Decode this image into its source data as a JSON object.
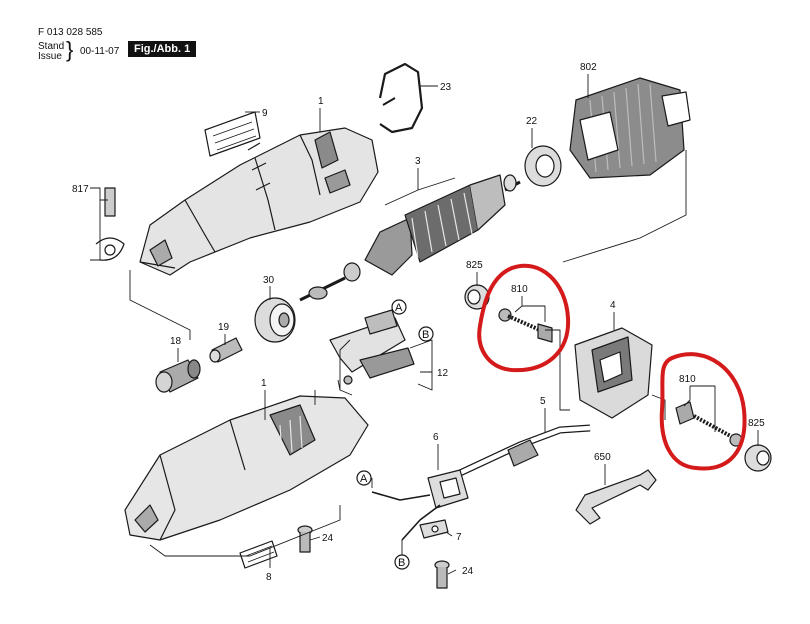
{
  "header": {
    "doc_number": "F 013 028 585",
    "stand_label": "Stand",
    "issue_label": "Issue",
    "date": "00-11-07",
    "figure": "Fig./Abb. 1"
  },
  "labels": {
    "p1_top": "1",
    "p1_bottom": "1",
    "p3": "3",
    "p4": "4",
    "p5": "5",
    "p6": "6",
    "p7": "7",
    "p8": "8",
    "p9": "9",
    "p12": "12",
    "p18": "18",
    "p19": "19",
    "p22": "22",
    "p23": "23",
    "p24_left": "24",
    "p24_right": "24",
    "p30": "30",
    "p650": "650",
    "p802": "802",
    "p810_left": "810",
    "p810_right": "810",
    "p817": "817",
    "p825_left": "825",
    "p825_right": "825",
    "callout_a1": "A",
    "callout_b1": "B",
    "callout_a2": "A",
    "callout_b2": "B"
  },
  "colors": {
    "line": "#1a1a1a",
    "shade": "#9a9a9a",
    "light": "#d6d6d6",
    "highlight": "#d41a1a"
  }
}
